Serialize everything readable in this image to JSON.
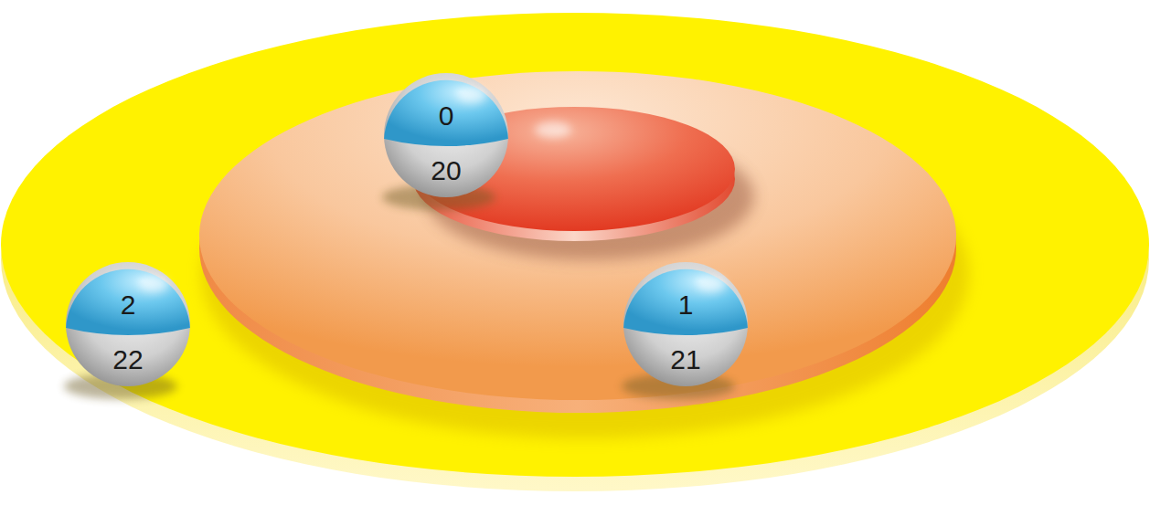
{
  "diagram": {
    "nodes": [
      {
        "text": [
          "0",
          "20"
        ]
      },
      {
        "text": [
          "1",
          "21"
        ]
      },
      {
        "text": [
          "2",
          "22"
        ]
      }
    ]
  }
}
